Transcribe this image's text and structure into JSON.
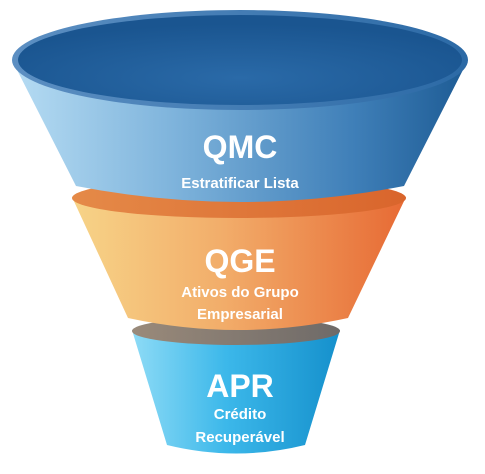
{
  "funnel": {
    "stages": [
      {
        "title": "QMC",
        "lines": [
          "Estratificar Lista"
        ],
        "colors": {
          "light": "#a9d1ee",
          "mid": "#4f8fc4",
          "dark": "#1e5f98"
        }
      },
      {
        "title": "QGE",
        "lines": [
          "Ativos do Grupo",
          "Empresarial"
        ],
        "colors": {
          "light": "#f5c87a",
          "mid": "#f0a060",
          "dark": "#e8703a"
        }
      },
      {
        "title": "APR",
        "lines": [
          "Crédito",
          "Recuperável"
        ],
        "colors": {
          "light": "#7fd4f4",
          "mid": "#2fb0e6",
          "dark": "#128fc9"
        }
      }
    ]
  }
}
